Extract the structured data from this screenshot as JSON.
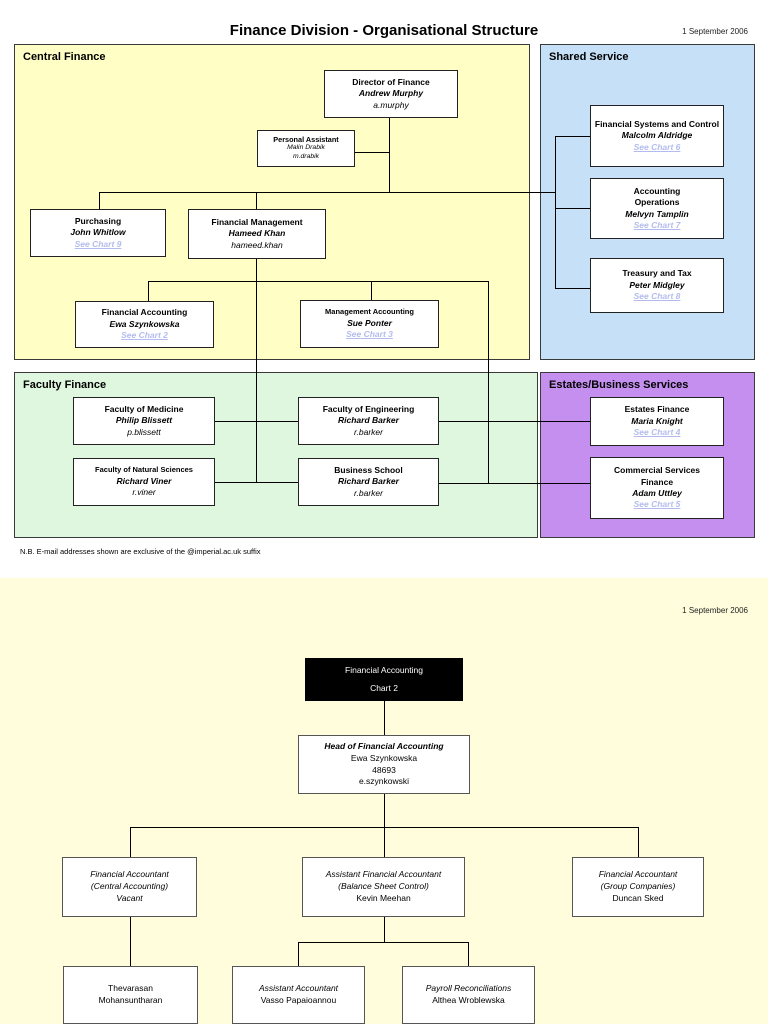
{
  "colors": {
    "central_finance_bg": "#ffffc5",
    "shared_service_bg": "#c6e0f7",
    "faculty_finance_bg": "#dff7df",
    "estates_bg": "#c58fef",
    "page2_bg": "#fffddc",
    "link_text": "#b3bcee",
    "chart_header_bg": "#000000"
  },
  "page1": {
    "title": "Finance Division - Organisational Structure",
    "date": "1 September 2006",
    "note": "N.B. E-mail addresses shown are exclusive of the @imperial.ac.uk suffix",
    "sections": {
      "central_finance": "Central Finance",
      "shared_service": "Shared Service",
      "faculty_finance": "Faculty Finance",
      "estates": "Estates/Business Services"
    },
    "boxes": {
      "director": {
        "title": "Director of Finance",
        "name": "Andrew Murphy",
        "email": "a.murphy"
      },
      "personal_assistant": {
        "title": "Personal Assistant",
        "name": "Malin Drabik",
        "email": "m.drabik"
      },
      "purchasing": {
        "title": "Purchasing",
        "name": "John Whitlow",
        "link": "See Chart 9"
      },
      "financial_management": {
        "title": "Financial Management",
        "name": "Hameed Khan",
        "email": "hameed.khan"
      },
      "financial_accounting": {
        "title": "Financial Accounting",
        "name": "Ewa Szynkowska",
        "link": "See Chart 2"
      },
      "management_accounting": {
        "title": "Management Accounting",
        "name": "Sue Ponter",
        "link": "See Chart 3"
      },
      "financial_systems": {
        "title": "Financial Systems and Control",
        "name": "Malcolm Aldridge",
        "link": "See Chart 6"
      },
      "accounting_operations": {
        "title": "Accounting Operations",
        "name": "Melvyn Tamplin",
        "link": "See Chart 7"
      },
      "treasury_tax": {
        "title": "Treasury and Tax",
        "name": "Peter Midgley",
        "link": "See Chart 8"
      },
      "medicine": {
        "title": "Faculty of Medicine",
        "name": "Philip Blissett",
        "email": "p.blissett"
      },
      "engineering": {
        "title": "Faculty of Engineering",
        "name": "Richard Barker",
        "email": "r.barker"
      },
      "natural_sciences": {
        "title": "Faculty of Natural Sciences",
        "name": "Richard Viner",
        "email": "r.viner"
      },
      "business_school": {
        "title": "Business School",
        "name": "Richard Barker",
        "email": "r.barker"
      },
      "estates_finance": {
        "title": "Estates Finance",
        "name": "Maria Knight",
        "link": "See Chart 4"
      },
      "commercial_services": {
        "title": "Commercial Services Finance",
        "name": "Adam Uttley",
        "link": "See Chart 5"
      }
    }
  },
  "page2": {
    "date": "1 September 2006",
    "header": {
      "title": "Financial Accounting",
      "chart": "Chart 2"
    },
    "boxes": {
      "head": {
        "title": "Head of Financial Accounting",
        "name": "Ewa Szynkowska",
        "phone": "48693",
        "email": "e.szynkowski"
      },
      "central_accounting": {
        "title": "Financial Accountant",
        "subtitle": "(Central Accounting)",
        "name": "Vacant"
      },
      "balance_sheet": {
        "title": "Assistant Financial Accountant",
        "subtitle": "(Balance Sheet Control)",
        "name": "Kevin Meehan"
      },
      "group_companies": {
        "title": "Financial  Accountant",
        "subtitle": "(Group Companies)",
        "name": "Duncan Sked"
      },
      "thevarasan": {
        "name1": "Thevarasan",
        "name2": "Mohansuntharan"
      },
      "assistant_accountant": {
        "title": "Assistant Accountant",
        "name": "Vasso Papaioannou"
      },
      "payroll": {
        "title": "Payroll Reconciliations",
        "name": "Althea Wroblewska"
      }
    }
  }
}
